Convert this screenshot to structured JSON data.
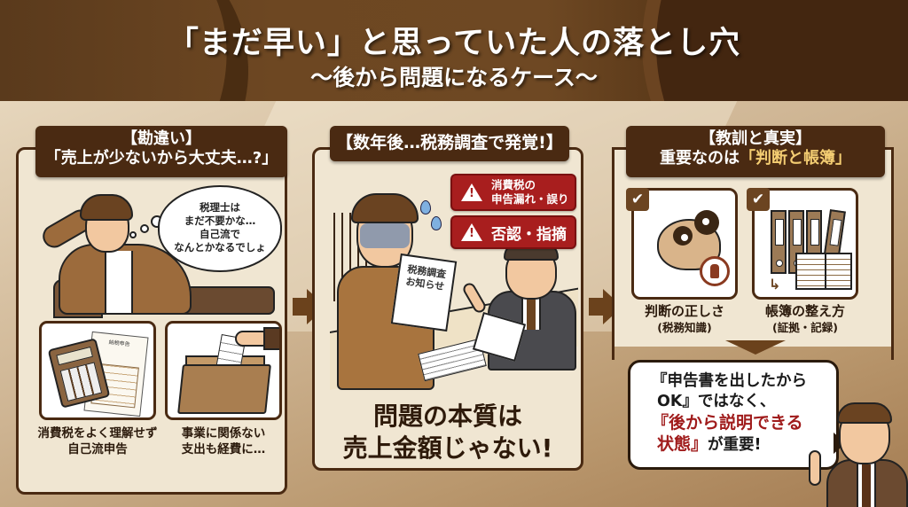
{
  "header": {
    "title": "「まだ早い」と思っていた人の落とし穴",
    "subtitle": "〜後から問題になるケース〜"
  },
  "colors": {
    "banner_brown": "#6d4722",
    "panel_dark": "#4a2a12",
    "panel_bg": "#f0e6d2",
    "alert_red": "#a81e1e",
    "highlight_gold": "#f4cd72",
    "emphasis_red": "#a01c1c"
  },
  "panels": [
    {
      "heading_line1": "【勘違い】",
      "heading_line2": "「売上が少ないから大丈夫…?」",
      "thought_bubble": [
        "税理士は",
        "まだ不要かな…",
        "自己流で",
        "なんとかなるでしょ"
      ],
      "cards": [
        {
          "icon": "calculator-tax-form-icon",
          "form_label": "納税申告",
          "caption_line1": "消費税をよく理解せず",
          "caption_line2": "自己流申告"
        },
        {
          "icon": "folder-receipt-icon",
          "caption_line1": "事業に関係ない",
          "caption_line2": "支出も経費に…"
        }
      ]
    },
    {
      "heading": "【数年後…税務調査で発覚!】",
      "alerts": [
        {
          "icon": "warning-icon",
          "line1": "消費税の",
          "line2": "申告漏れ・誤り"
        },
        {
          "icon": "warning-icon",
          "line1": "否認・指摘"
        }
      ],
      "notice_doc": {
        "line1": "税務調査",
        "line2": "お知らせ"
      },
      "message_line1": "問題の本質は",
      "message_line2": "売上金額じゃない!"
    },
    {
      "heading_line1": "【教訓と真実】",
      "heading_line2_prefix": "重要なのは",
      "heading_line2_highlight": "「判断と帳簿」",
      "cards": [
        {
          "icon": "brain-gears-stamp-icon",
          "check": "✔",
          "label": "判断の正しさ",
          "sub": "(税務知識)"
        },
        {
          "icon": "binders-ledger-icon",
          "check": "✔",
          "label": "帳簿の整え方",
          "sub": "(証拠・記録)"
        }
      ],
      "speech": {
        "line1": "『申告書を出したから",
        "line2": "OK』ではなく、",
        "line3_red": "『後から説明できる",
        "line4_red": "状態』",
        "line4_rest": "が重要!"
      }
    }
  ]
}
